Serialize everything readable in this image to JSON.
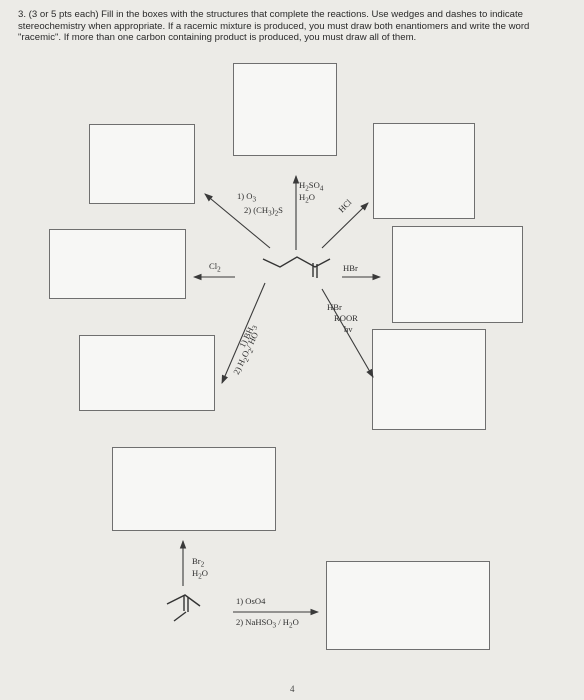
{
  "question": {
    "text": "3. (3 or 5 pts each) Fill in the boxes with the structures that complete the reactions. Use wedges and dashes to indicate stereochemistry when appropriate. If a racemic mixture is produced, you must draw both enantiomers and write the word \"racemic\". If more than one carbon containing product is produced, you must draw all of them."
  },
  "reagents": {
    "ozonolysis_1": "1) O",
    "ozonolysis_1_sub": "3",
    "ozonolysis_2": "2) (CH",
    "ozonolysis_2_sub": "3",
    "ozonolysis_2_end": ")",
    "ozonolysis_2_sub2": "2",
    "ozonolysis_2_tail": "S",
    "acid_1": "H",
    "acid_1_sub": "2",
    "acid_1_mid": "SO",
    "acid_1_sub2": "4",
    "acid_2": "H",
    "acid_2_sub": "2",
    "acid_2_tail": "O",
    "hcl": "HCl",
    "chlorine": "Cl",
    "chlorine_sub": "2",
    "hbr": "HBr",
    "hbr_peroxide_1": "HBr",
    "hbr_peroxide_2": "ROOR",
    "hbr_peroxide_3": "hv",
    "hydroboration_1": "1) BH",
    "hydroboration_1_sub": "3",
    "hydroboration_2": "2) H",
    "hydroboration_2_sub": "2",
    "hydroboration_2_mid": "O",
    "hydroboration_2_sub2": "2",
    "hydroboration_2_tail": "/ HO",
    "bromine": "Br",
    "bromine_sub": "2",
    "bromine_water": "H",
    "bromine_water_sub": "2",
    "bromine_water_tail": "O",
    "osmium_1": "1) OsO4",
    "osmium_2": "2) NaHSO",
    "osmium_2_sub": "3",
    "osmium_2_mid": " / H",
    "osmium_2_sub2": "2",
    "osmium_2_tail": "O"
  },
  "footer": {
    "page_number": "4"
  }
}
